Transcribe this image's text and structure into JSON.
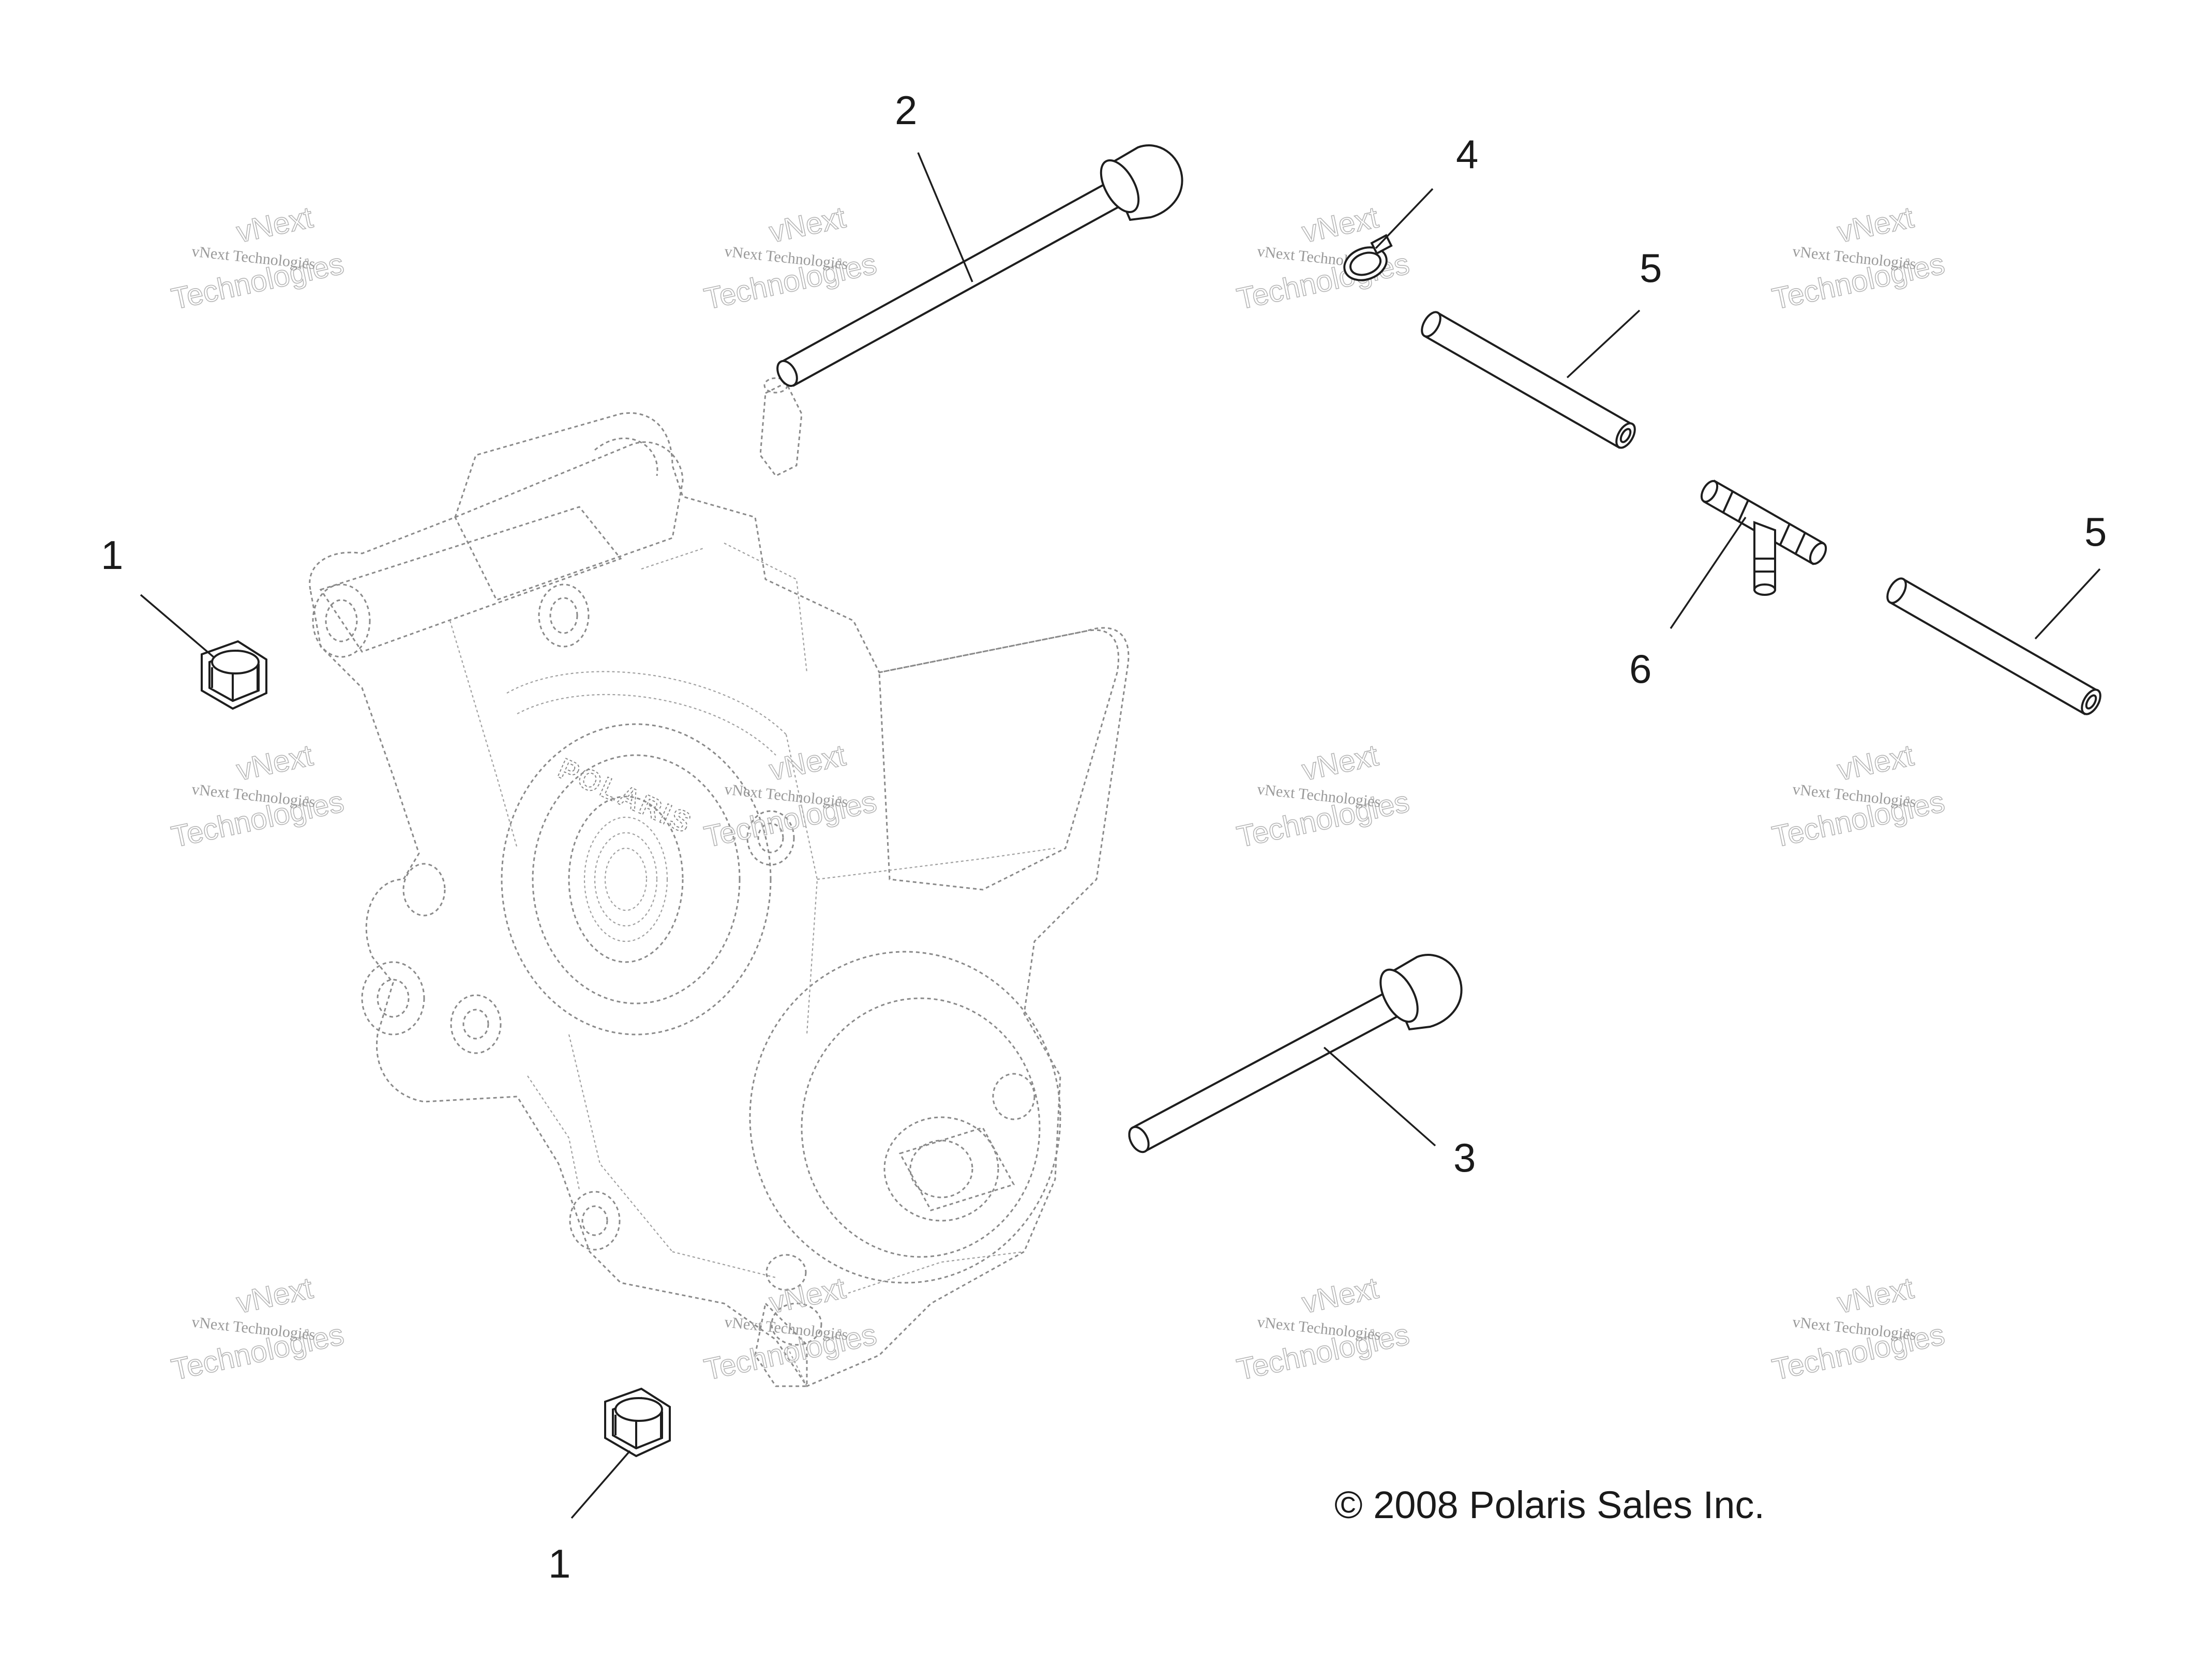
{
  "callouts": [
    {
      "id": "1a",
      "text": "1"
    },
    {
      "id": "1b",
      "text": "1"
    },
    {
      "id": "2",
      "text": "2"
    },
    {
      "id": "3",
      "text": "3"
    },
    {
      "id": "4",
      "text": "4"
    },
    {
      "id": "5a",
      "text": "5"
    },
    {
      "id": "5b",
      "text": "5"
    },
    {
      "id": "6",
      "text": "6"
    }
  ],
  "copyright": "© 2008 Polaris Sales Inc.",
  "housing_brand": "POLARIS",
  "watermark": {
    "line_small": "vNext Technologies",
    "line_big_top": "vNext",
    "line_big_bottom": "Technologies"
  },
  "icons": [
    "copyright-icon",
    "flange-nut-icon",
    "bolt-icon",
    "hose-clamp-icon",
    "hose-icon",
    "tee-fitting-icon"
  ],
  "colors": {
    "line": "#1e1e1e",
    "ghost": "#8a8a8a",
    "watermark": "#b5b5b5",
    "background": "#ffffff"
  }
}
